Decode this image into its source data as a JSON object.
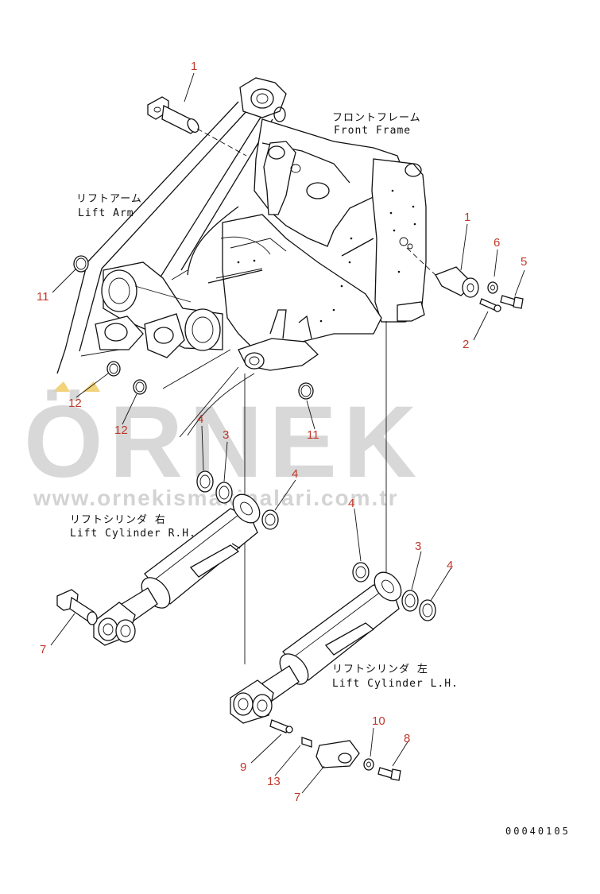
{
  "labels": {
    "front_frame_jp": "フロントフレーム",
    "front_frame_en": "Front Frame",
    "lift_arm_jp": "リフトアーム",
    "lift_arm_en": "Lift Arm",
    "lift_cyl_rh_jp": "リフトシリンダ 右",
    "lift_cyl_rh_en": "Lift Cylinder R.H.",
    "lift_cyl_lh_jp": "リフトシリンダ 左",
    "lift_cyl_lh_en": "Lift Cylinder L.H."
  },
  "callouts": {
    "c1a": "1",
    "c1b": "1",
    "c2": "2",
    "c3a": "3",
    "c3b": "3",
    "c4a": "4",
    "c4b": "4",
    "c4c": "4",
    "c4d": "4",
    "c5": "5",
    "c6": "6",
    "c7a": "7",
    "c7b": "7",
    "c8": "8",
    "c9": "9",
    "c10": "10",
    "c11a": "11",
    "c11b": "11",
    "c12a": "12",
    "c12b": "12",
    "c13": "13"
  },
  "drawing_number": "00040105",
  "watermark": {
    "brand": "ÖRNEK",
    "url": "www.ornekismakinalari.com.tr"
  },
  "colors": {
    "callout": "#c0392b",
    "line": "#111111",
    "watermark": "#d2d2d2",
    "umlaut_accent": "#f2d27a"
  }
}
